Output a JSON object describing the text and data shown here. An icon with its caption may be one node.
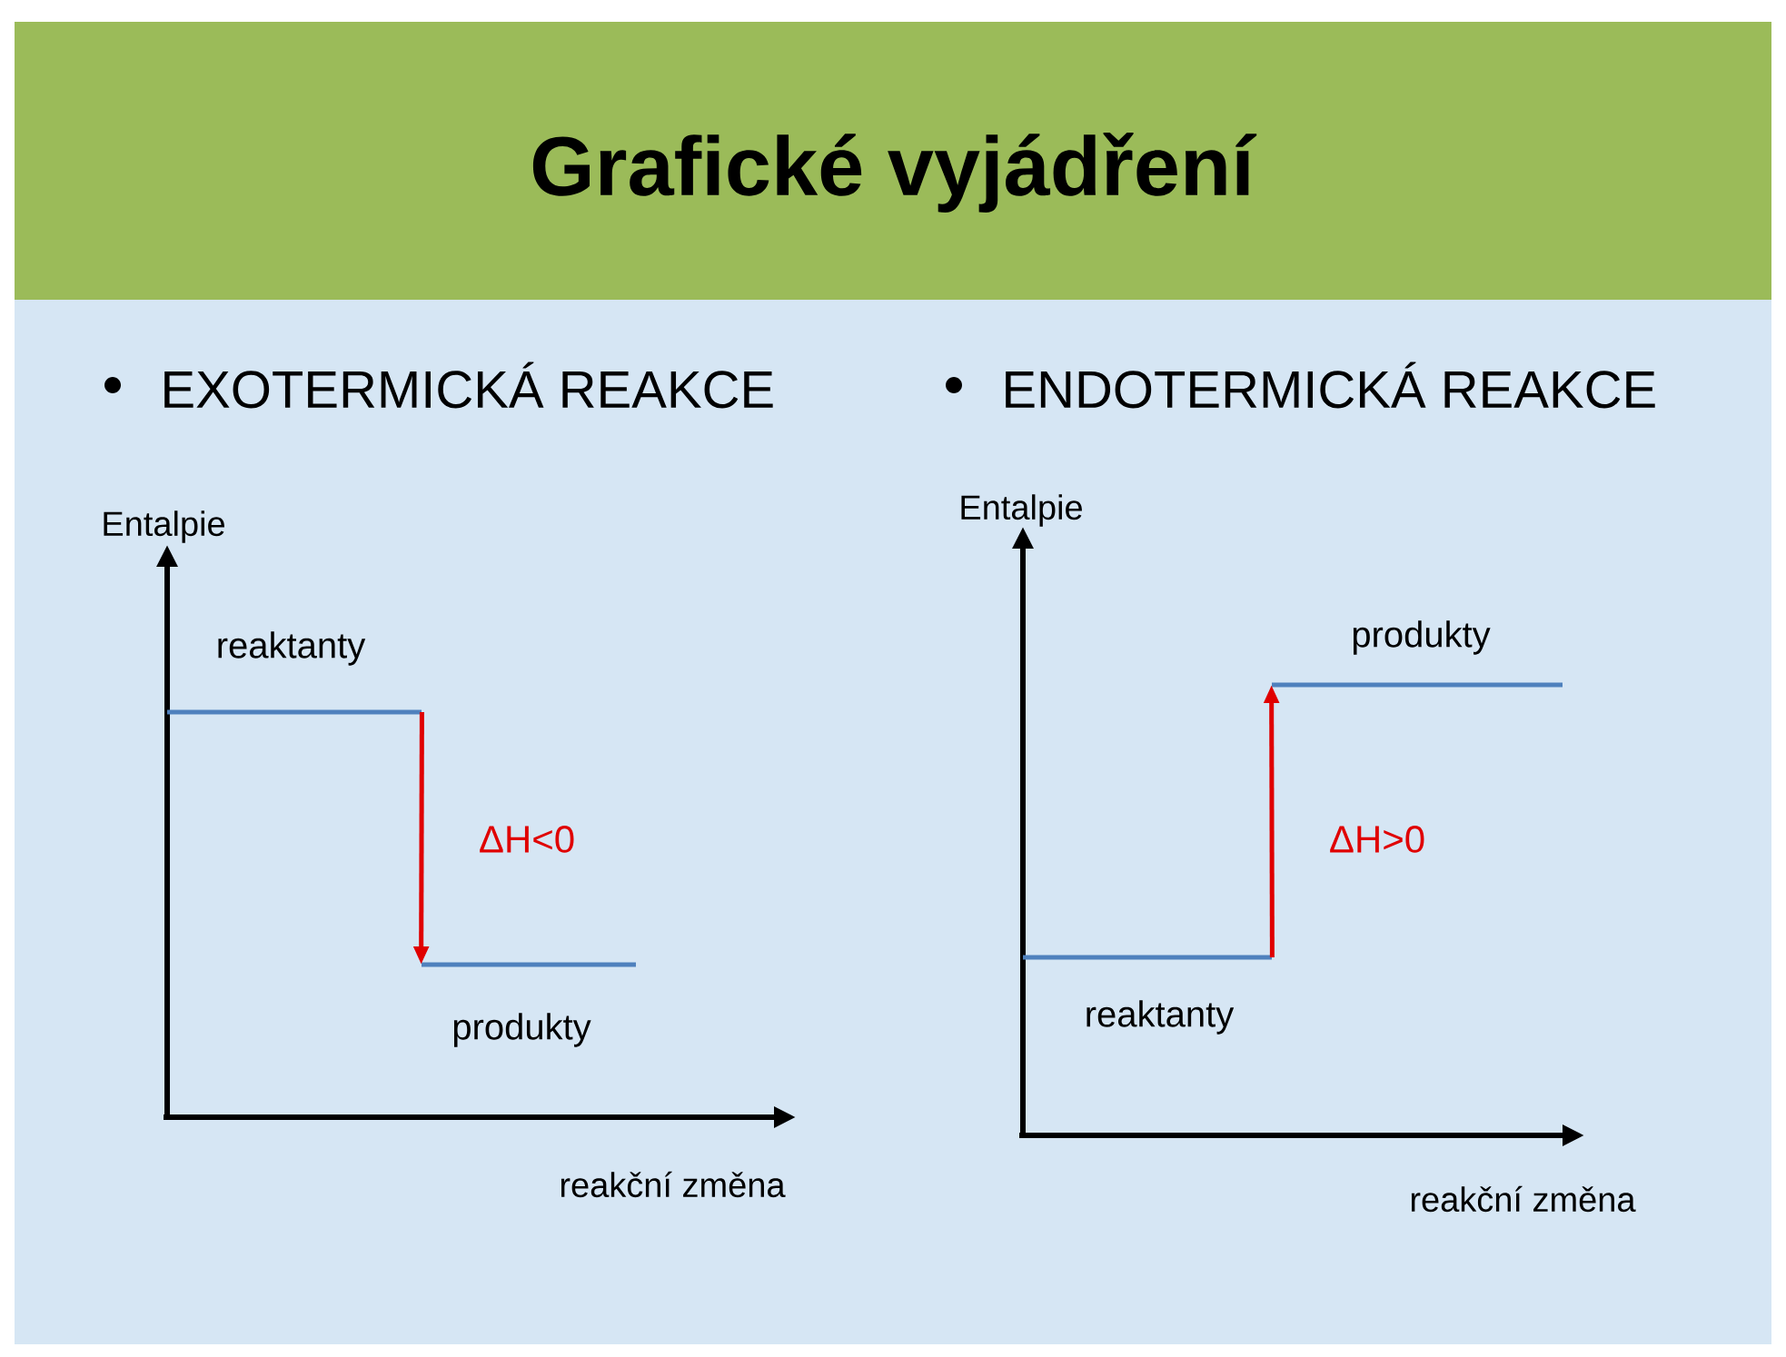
{
  "diagram": {
    "title": "Grafické vyjádření",
    "nodes": [
      {
        "text": [],
        "shape": "bar",
        "beside": [
          "reaktanty"
        ]
      },
      {
        "text": [],
        "shape": "bar",
        "beside": [
          "produkty"
        ]
      },
      {
        "text": [],
        "shape": "bar",
        "beside": [
          "reaktanty"
        ]
      },
      {
        "text": [],
        "shape": "bar",
        "beside": [
          "produkty"
        ]
      }
    ],
    "edges": [
      {
        "from": 0,
        "to": 1,
        "arrow": "to",
        "label": "ΔH<0"
      },
      {
        "from": 2,
        "to": 3,
        "arrow": "to",
        "label": "ΔH>0"
      }
    ],
    "labels": [
      "EXOTERMICKÁ REAKCE",
      "ENDOTERMICKÁ REAKCE",
      "Entalpie",
      "reakční změna",
      "Entalpie",
      "reakční změna"
    ]
  }
}
